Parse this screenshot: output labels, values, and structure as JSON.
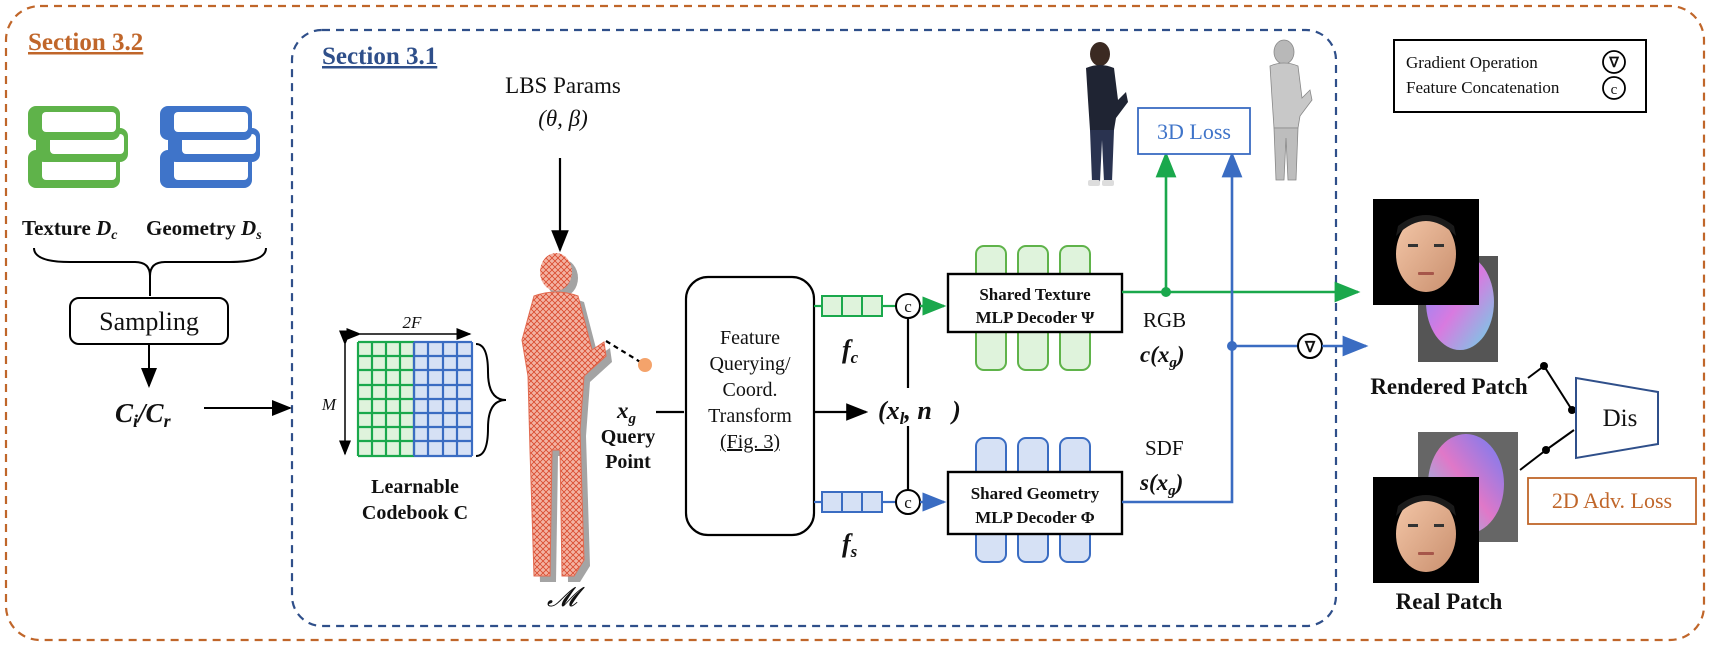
{
  "section_outer": "Section 3.2",
  "section_inner": "Section 3.1",
  "datasets": {
    "texture_label": "Texture",
    "texture_symbol": "D",
    "texture_sub": "c",
    "geometry_label": "Geometry",
    "geometry_symbol": "D",
    "geometry_sub": "s"
  },
  "sampling": "Sampling",
  "sampled_codes": {
    "a": "C",
    "a_sub": "i",
    "sep": "/",
    "b": "C",
    "b_sub": "r"
  },
  "codebook": {
    "width_label": "2F",
    "height_label": "M",
    "title_line1": "Learnable",
    "title_line2": "Codebook C"
  },
  "lbs": {
    "line1": "LBS Params",
    "line2": "(θ, β)"
  },
  "mesh_symbol": "𝓜",
  "query": {
    "symbol": "x",
    "sub": "g",
    "line1": "Query",
    "line2": "Point"
  },
  "feature_box": {
    "line1": "Feature",
    "line2": "Querying/",
    "line3": "Coord.",
    "line4": "Transform",
    "line5": "(Fig. 3)"
  },
  "features": {
    "fc": "f",
    "fc_sub": "c",
    "fs": "f",
    "fs_sub": "s",
    "concat_symbol": "c"
  },
  "local_coord": {
    "text": "(x",
    "sub": "l",
    "rest": ", n⃗)"
  },
  "texture_decoder": {
    "line1": "Shared Texture",
    "line2": "MLP Decoder Ψ"
  },
  "geometry_decoder": {
    "line1": "Shared Geometry",
    "line2": "MLP Decoder Φ"
  },
  "rgb": {
    "label": "RGB",
    "expr": "c(x",
    "sub": "g",
    "close": ")"
  },
  "sdf": {
    "label": "SDF",
    "expr": "s(x",
    "sub": "g",
    "close": ")"
  },
  "loss_3d": "3D Loss",
  "loss_2d": "2D Adv. Loss",
  "discriminator": "Dis",
  "rendered_patch": "Rendered Patch",
  "real_patch": "Real Patch",
  "legend": {
    "gradient": "Gradient Operation",
    "gradient_symbol": "∇",
    "concat": "Feature Concatenation",
    "concat_symbol": "c"
  },
  "colors": {
    "orange": "#c0662a",
    "blue": "#2f4f8a",
    "green": "#1aa84c",
    "mlp_blue": "#3a6cc2",
    "book_green": "#5fb34a",
    "book_blue": "#3f74c9",
    "mesh_red": "#e26a50",
    "codebook_green": "#dff3dc",
    "codebook_blue": "#d6e1f5"
  }
}
